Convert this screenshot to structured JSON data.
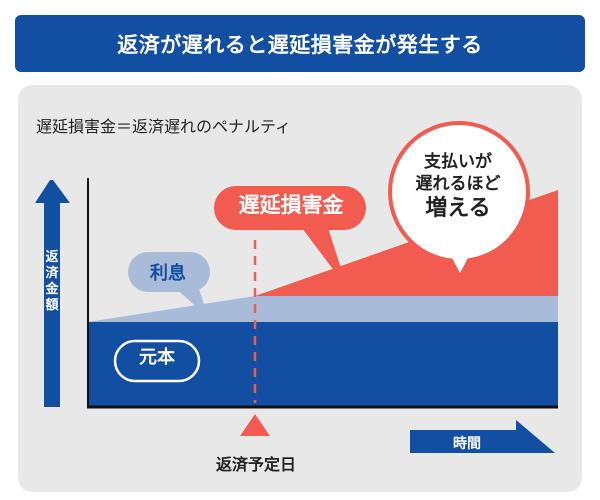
{
  "title": "返済が遅れると遅延損害金が発生する",
  "subtitle": "遅延損害金＝返済遅れのペナルティ",
  "y_axis": {
    "label": "返済金額",
    "icon": "up-arrow-icon"
  },
  "x_axis": {
    "label": "時間",
    "icon": "right-arrow-icon"
  },
  "due_date": {
    "label": "返済予定日",
    "marker": "triangle-marker"
  },
  "labels": {
    "penalty": "遅延損害金",
    "interest": "利息",
    "principal": "元本",
    "increase_line1": "支払いが",
    "increase_line2": "遅れるほど",
    "increase_line3": "増える"
  },
  "colors": {
    "title_bg": "#124FA2",
    "panel_bg": "#E8E8E8",
    "principal": "#124FA2",
    "interest": "#A8BCDA",
    "penalty": "#F25B50",
    "axis": "#111111"
  }
}
